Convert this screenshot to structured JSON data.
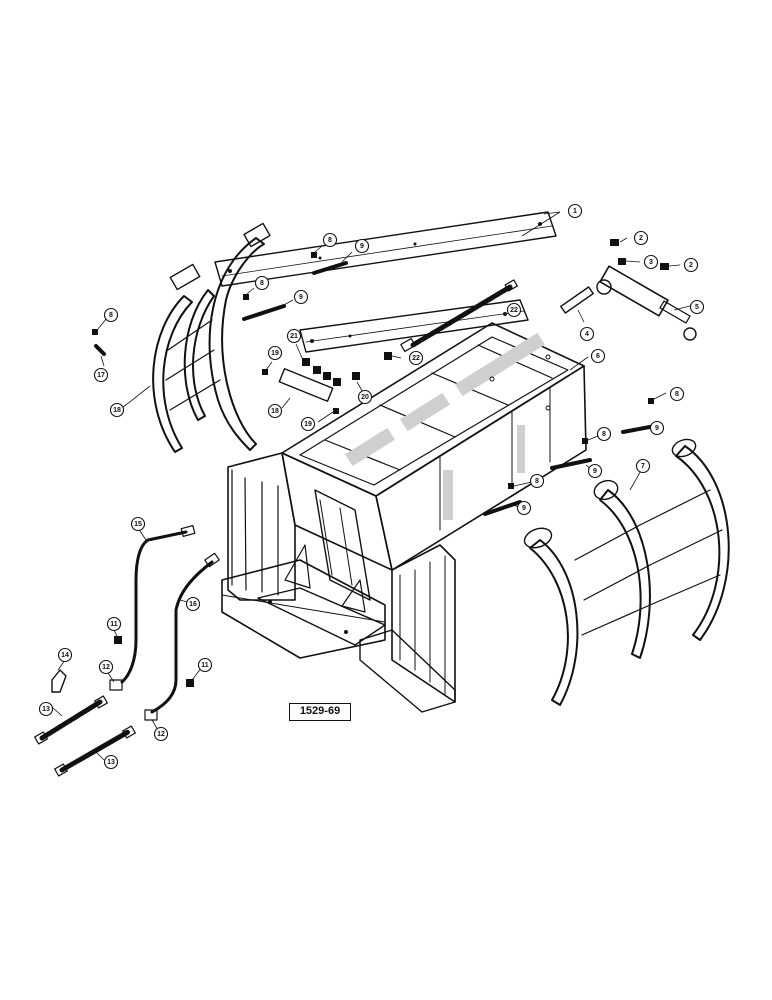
{
  "drawing_number": "1529-69",
  "callouts": [
    {
      "id": "c1",
      "label": "1"
    },
    {
      "id": "c2a",
      "label": "2"
    },
    {
      "id": "c3",
      "label": "3"
    },
    {
      "id": "c2b",
      "label": "2"
    },
    {
      "id": "c5a",
      "label": "5"
    },
    {
      "id": "c4",
      "label": "4"
    },
    {
      "id": "c6",
      "label": "6"
    },
    {
      "id": "c8a",
      "label": "8"
    },
    {
      "id": "c9a",
      "label": "9"
    },
    {
      "id": "c8b",
      "label": "8"
    },
    {
      "id": "c9b",
      "label": "9"
    },
    {
      "id": "c8c",
      "label": "8"
    },
    {
      "id": "c17a",
      "label": "17"
    },
    {
      "id": "c18a",
      "label": "18"
    },
    {
      "id": "c21",
      "label": "21"
    },
    {
      "id": "c19a",
      "label": "19"
    },
    {
      "id": "c22a",
      "label": "22"
    },
    {
      "id": "c22b",
      "label": "22"
    },
    {
      "id": "c20",
      "label": "20"
    },
    {
      "id": "c18b",
      "label": "18"
    },
    {
      "id": "c19b",
      "label": "19"
    },
    {
      "id": "c8d",
      "label": "8"
    },
    {
      "id": "c9c",
      "label": "9"
    },
    {
      "id": "c8e",
      "label": "8"
    },
    {
      "id": "c9d",
      "label": "9"
    },
    {
      "id": "c7",
      "label": "7"
    },
    {
      "id": "c8f",
      "label": "8"
    },
    {
      "id": "c9e",
      "label": "9"
    },
    {
      "id": "c15",
      "label": "15"
    },
    {
      "id": "c16",
      "label": "16"
    },
    {
      "id": "c11a",
      "label": "11"
    },
    {
      "id": "c11b",
      "label": "11"
    },
    {
      "id": "c14",
      "label": "14"
    },
    {
      "id": "c12a",
      "label": "12"
    },
    {
      "id": "c12b",
      "label": "12"
    },
    {
      "id": "c13a",
      "label": "13"
    },
    {
      "id": "c13b",
      "label": "13"
    }
  ]
}
